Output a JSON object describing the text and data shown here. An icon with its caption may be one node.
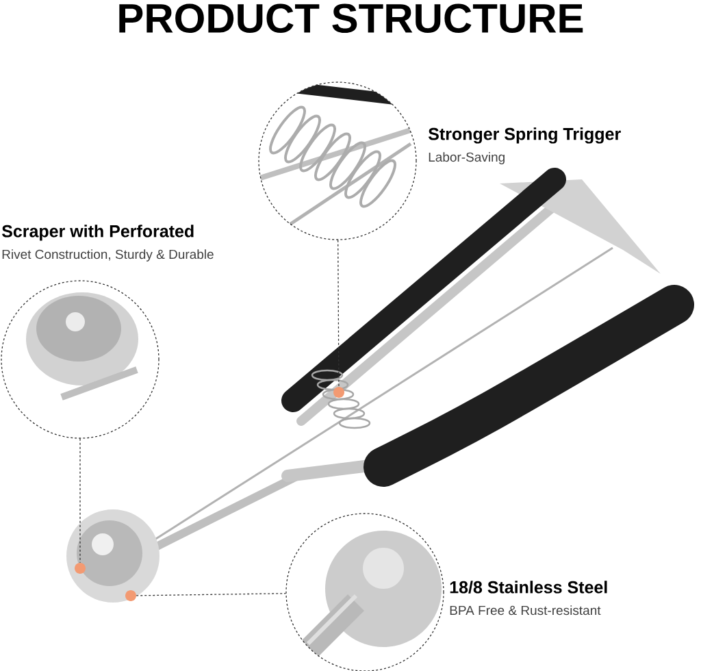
{
  "diagram": {
    "title": "PRODUCT STRUCTURE",
    "nodes": [
      {
        "text": [],
        "shape": "picture",
        "beside": [
          "Stronger Spring Trigger",
          "Labor-Saving"
        ]
      },
      {
        "text": [],
        "shape": "picture",
        "beside": [
          "Scraper with Perforated",
          "Rivet Construction, Sturdy & Durable"
        ]
      },
      {
        "text": [],
        "shape": "picture",
        "beside": [
          "18/8 Stainless Steel",
          "BPA Free & Rust-resistant"
        ]
      },
      {
        "text": [],
        "shape": "circle"
      },
      {
        "text": [],
        "shape": "circle"
      },
      {
        "text": [],
        "shape": "circle"
      }
    ],
    "edges": [
      {
        "from": 0,
        "to": 3,
        "arrow": "none",
        "style": "dashed"
      },
      {
        "from": 1,
        "to": 4,
        "arrow": "none",
        "style": "dashed"
      },
      {
        "from": 5,
        "to": 2,
        "arrow": "none",
        "style": "dashed"
      }
    ]
  }
}
